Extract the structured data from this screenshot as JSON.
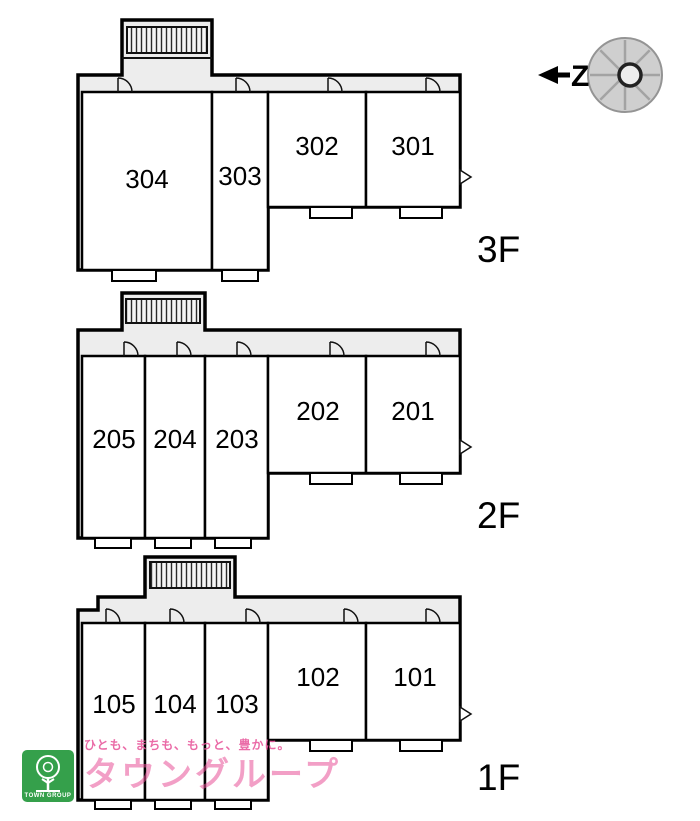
{
  "compass": {
    "direction_label": "Z"
  },
  "floors": [
    {
      "label": "3F",
      "rooms": [
        "304",
        "303",
        "302",
        "301"
      ]
    },
    {
      "label": "2F",
      "rooms": [
        "205",
        "204",
        "203",
        "202",
        "201"
      ]
    },
    {
      "label": "1F",
      "rooms": [
        "105",
        "104",
        "103",
        "102",
        "101"
      ]
    }
  ],
  "watermark": {
    "logo_text": "TOWN GROUP",
    "tagline": "ひとも、まちも、もっと、豊かに。",
    "brand": "タウングループ"
  }
}
